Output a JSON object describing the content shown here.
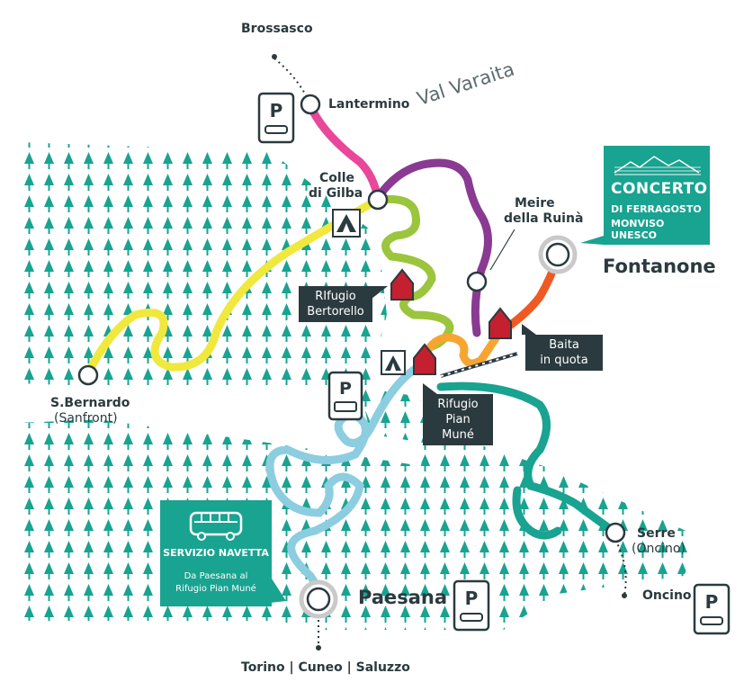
{
  "valley_label": "Val Varaita",
  "places": {
    "brossasco": "Brossasco",
    "lantermino": "Lantermino",
    "colle_line1": "Colle",
    "colle_line2": "di Gilba",
    "meire_line1": "Meire",
    "meire_line2": "della Ruinà",
    "fontanone": "Fontanone",
    "sbernardo": "S.Bernardo",
    "sanfront": "(Sanfront)",
    "serre": "Serre",
    "oncino_paren": "(Oncino)",
    "oncino": "Oncino",
    "paesana": "Paesana",
    "destinations": "Torino | Cuneo | Saluzzo"
  },
  "huts": {
    "bertorello_line1": "RIfugio",
    "bertorello_line2": "Bertorello",
    "baita_line1": "Baita",
    "baita_line2": "in quota",
    "pianmune_line1": "Rifugio",
    "pianmune_line2": "Pian Muné"
  },
  "parking_letter": "P",
  "shuttle": {
    "title": "SERVIZIO NAVETTA",
    "line1": "Da Paesana al",
    "line2": "Rifugio Pian Muné"
  },
  "concert": {
    "line1": "CONCERTO",
    "line2": "DI FERRAGOSTO",
    "line3": "MONVISO UNESCO"
  },
  "colors": {
    "teal": "#19a391",
    "dark": "#2b3a3f",
    "pink": "#e8479a",
    "purple": "#8a3a92",
    "lime": "#9bc53d",
    "yellow": "#f0e83c",
    "lightblue": "#8ccde0",
    "orange": "#f7a531",
    "red_orange": "#ef5a24",
    "hut_red": "#c4202f"
  }
}
